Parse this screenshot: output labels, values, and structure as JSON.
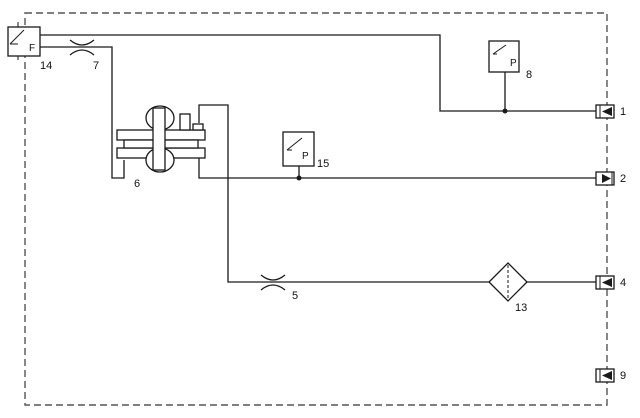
{
  "components": {
    "flow_sensor": {
      "number": "14",
      "symbol": "F"
    },
    "throttle_top": {
      "number": "7"
    },
    "valve": {
      "number": "6"
    },
    "pressure_switch_8": {
      "number": "8",
      "symbol": "P"
    },
    "pressure_sensor_15": {
      "number": "15",
      "symbol": "P"
    },
    "throttle_bottom": {
      "number": "5"
    },
    "filter": {
      "number": "13"
    }
  },
  "ports": [
    {
      "number": "1",
      "arrow": "in"
    },
    {
      "number": "2",
      "arrow": "out"
    },
    {
      "number": "4",
      "arrow": "in"
    },
    {
      "number": "9",
      "arrow": "in"
    }
  ]
}
